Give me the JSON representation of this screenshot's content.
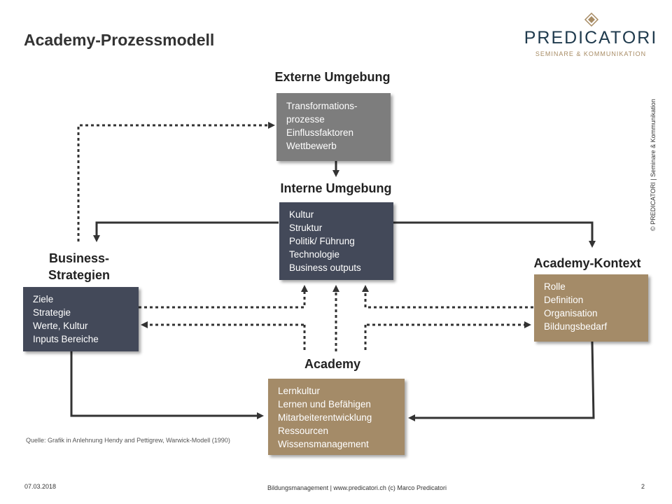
{
  "title": "Academy-Prozessmodell",
  "logo": {
    "name": "PREDICATORI",
    "subtitle": "SEMINARE & KOMMUNIKATION"
  },
  "vertical_text": "© PREDICATORI | Seminare & Kommunikation",
  "nodes": {
    "externe": {
      "heading": "Externe Umgebung",
      "items": [
        "Transformations-",
        "prozesse",
        "Einflussfaktoren",
        "Wettbewerb"
      ]
    },
    "interne": {
      "heading": "Interne Umgebung",
      "items": [
        "Kultur",
        "Struktur",
        "Politik/ Führung",
        "Technologie",
        "Business outputs"
      ]
    },
    "business": {
      "heading_line1": "Business-",
      "heading_line2": "Strategien",
      "items": [
        "Ziele",
        "Strategie",
        "Werte, Kultur",
        "Inputs Bereiche"
      ]
    },
    "kontext": {
      "heading": "Academy-Kontext",
      "items": [
        "Rolle",
        "Definition",
        "Organisation",
        "Bildungsbedarf"
      ]
    },
    "academy": {
      "heading": "Academy",
      "items": [
        "Lernkultur",
        "Lernen und Befähigen",
        "Mitarbeiterentwicklung",
        "Ressourcen",
        "Wissensmanagement"
      ]
    }
  },
  "colors": {
    "gray": "#7d7d7d",
    "dark": "#434959",
    "brown": "#a48b68",
    "arrow": "#333333"
  },
  "source": "Quelle: Grafik in Anlehnung Hendy and Pettigrew, Warwick-Modell (1990)",
  "footer": {
    "date": "07.03.2018",
    "center": "Bildungsmanagement | www.predicatori.ch (c) Marco Predicatori",
    "page": "2"
  }
}
